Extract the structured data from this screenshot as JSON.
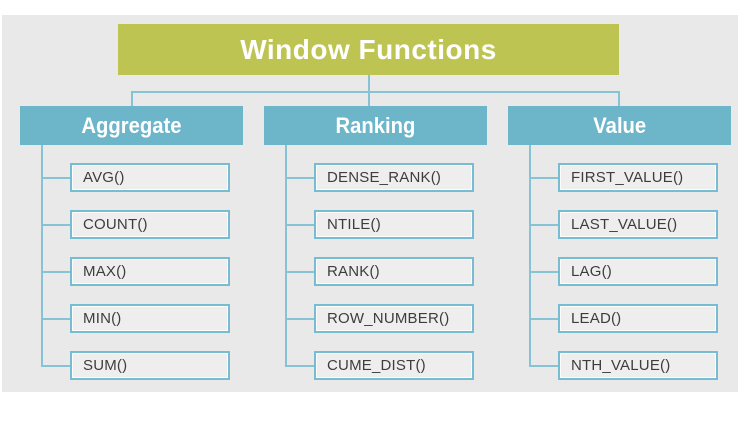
{
  "title": "Window Functions",
  "colors": {
    "title-bg": "#bec452",
    "category-bg": "#6db6ca",
    "connector": "#85c3d5",
    "leaf-border": "#76bdd1",
    "leaf-fill": "#edeeed",
    "leaf-text": "#3d3d3d",
    "panel-bg": "#e9e9e9"
  },
  "columns": [
    {
      "label": "Aggregate",
      "items": [
        "AVG()",
        "COUNT()",
        "MAX()",
        "MIN()",
        "SUM()"
      ]
    },
    {
      "label": "Ranking",
      "items": [
        "DENSE_RANK()",
        "NTILE()",
        "RANK()",
        "ROW_NUMBER()",
        "CUME_DIST()"
      ]
    },
    {
      "label": "Value",
      "items": [
        "FIRST_VALUE()",
        "LAST_VALUE()",
        "LAG()",
        "LEAD()",
        "NTH_VALUE()"
      ]
    }
  ]
}
